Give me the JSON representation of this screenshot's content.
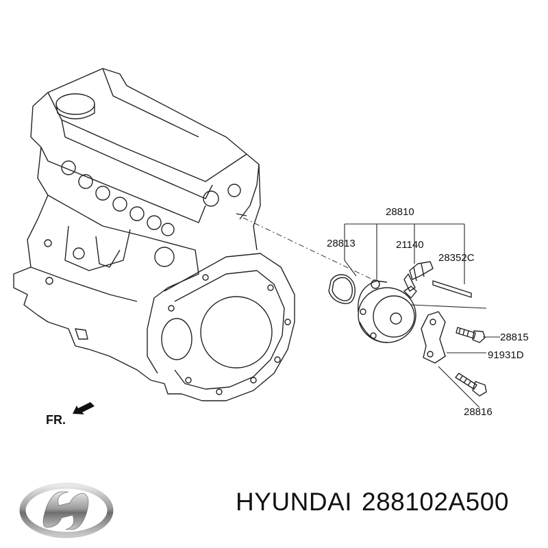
{
  "diagram": {
    "part_labels": {
      "assembly": "28810",
      "gasket": "28813",
      "fitting": "21140",
      "pin": "28352C",
      "bolt_upper": "28815",
      "bracket": "91931D",
      "bolt_lower": "28816"
    },
    "direction_label": "FR."
  },
  "footer": {
    "brand": "HYUNDAI",
    "part_number": "288102A500"
  }
}
